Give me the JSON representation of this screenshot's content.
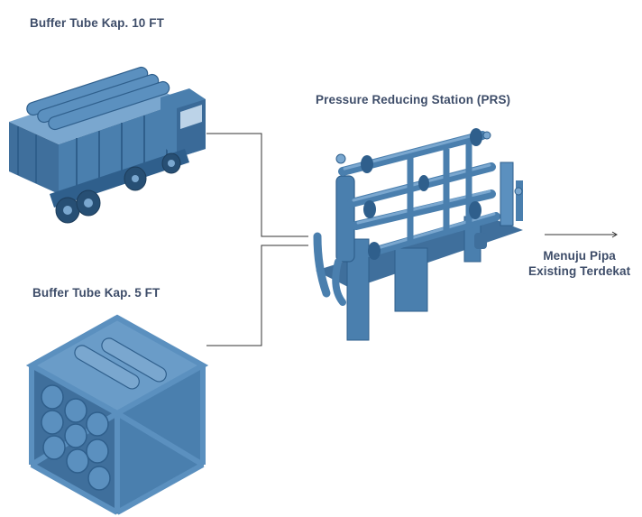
{
  "labels": {
    "truck": "Buffer Tube Kap. 10 FT",
    "cage": "Buffer Tube Kap. 5 FT",
    "prs": "Pressure Reducing Station (PRS)",
    "destination_line1": "Menuju Pipa",
    "destination_line2": "Existing Terdekat"
  },
  "colors": {
    "equipment": "#4a7fae",
    "equipment_dark": "#2f5f8c",
    "equipment_light": "#7aa7cf",
    "text": "#3e4d69",
    "connector": "#333333"
  },
  "icons": [
    "truck-icon",
    "buffer-tube-cage-icon",
    "pressure-reducing-station-icon",
    "arrow-right-icon"
  ]
}
